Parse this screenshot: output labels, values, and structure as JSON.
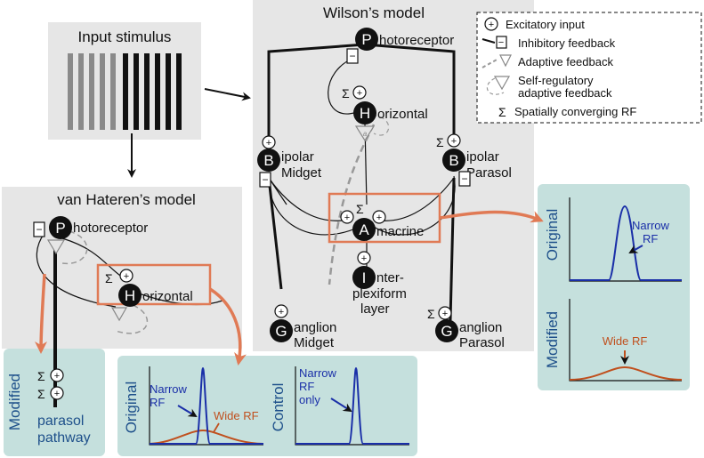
{
  "input_panel": {
    "title": "Input stimulus"
  },
  "wilson": {
    "title": "Wilson’s model",
    "nodes": {
      "photoreceptor": {
        "letter": "P",
        "rest": "hotoreceptor"
      },
      "horizontal": {
        "letter": "H",
        "rest": "orizontal"
      },
      "bipolar_midget": {
        "letter": "B",
        "rest": "ipolar",
        "sub": "Midget"
      },
      "bipolar_parasol": {
        "letter": "B",
        "rest": "ipolar",
        "sub": "Parasol"
      },
      "amacrine": {
        "letter": "A",
        "rest": "macrine"
      },
      "interplexiform": {
        "letter": "I",
        "line1": "nter-",
        "line2": "plexiform",
        "line3": "layer"
      },
      "ganglion_midget": {
        "letter": "G",
        "rest": "anglion",
        "sub": "Midget"
      },
      "ganglion_parasol": {
        "letter": "G",
        "rest": "anglion",
        "sub": "Parasol"
      }
    }
  },
  "legend": {
    "excitatory": "Excitatory input",
    "inhibitory": "Inhibitory feedback",
    "adaptive": "Adaptive feedback",
    "selfreg_1": "Self-regulatory",
    "selfreg_2": "adaptive feedback",
    "spatial": "Spatially converging RF"
  },
  "vanhateren": {
    "title": "van Hateren’s model",
    "photoreceptor": {
      "letter": "P",
      "rest": "hotoreceptor"
    },
    "horizontal": {
      "letter": "H",
      "rest": "orizontal"
    }
  },
  "modified_parasol": {
    "side": "Modified",
    "line1": "parasol",
    "line2": "pathway"
  },
  "bottom_graphs": {
    "original": {
      "side": "Original",
      "narrow_1": "Narrow",
      "narrow_2": "RF",
      "wide": "Wide RF"
    },
    "control": {
      "side": "Control",
      "narrow_1": "Narrow",
      "narrow_2": "RF",
      "narrow_3": "only"
    }
  },
  "right_graphs": {
    "original": {
      "side": "Original",
      "narrow_1": "Narrow",
      "narrow_2": "RF"
    },
    "modified": {
      "side": "Modified",
      "wide": "Wide RF"
    }
  },
  "symbols": {
    "sigma": "Σ",
    "plus": "+",
    "minus": "−",
    "adapt": "a"
  },
  "colors": {
    "panel_gray": "#e6e6e6",
    "panel_teal": "#c5e0dd",
    "highlight_orange": "#e07a55",
    "narrow_blue": "#1a2fa8",
    "wide_orange": "#c0501e",
    "label_blue": "#1d4f8a"
  }
}
